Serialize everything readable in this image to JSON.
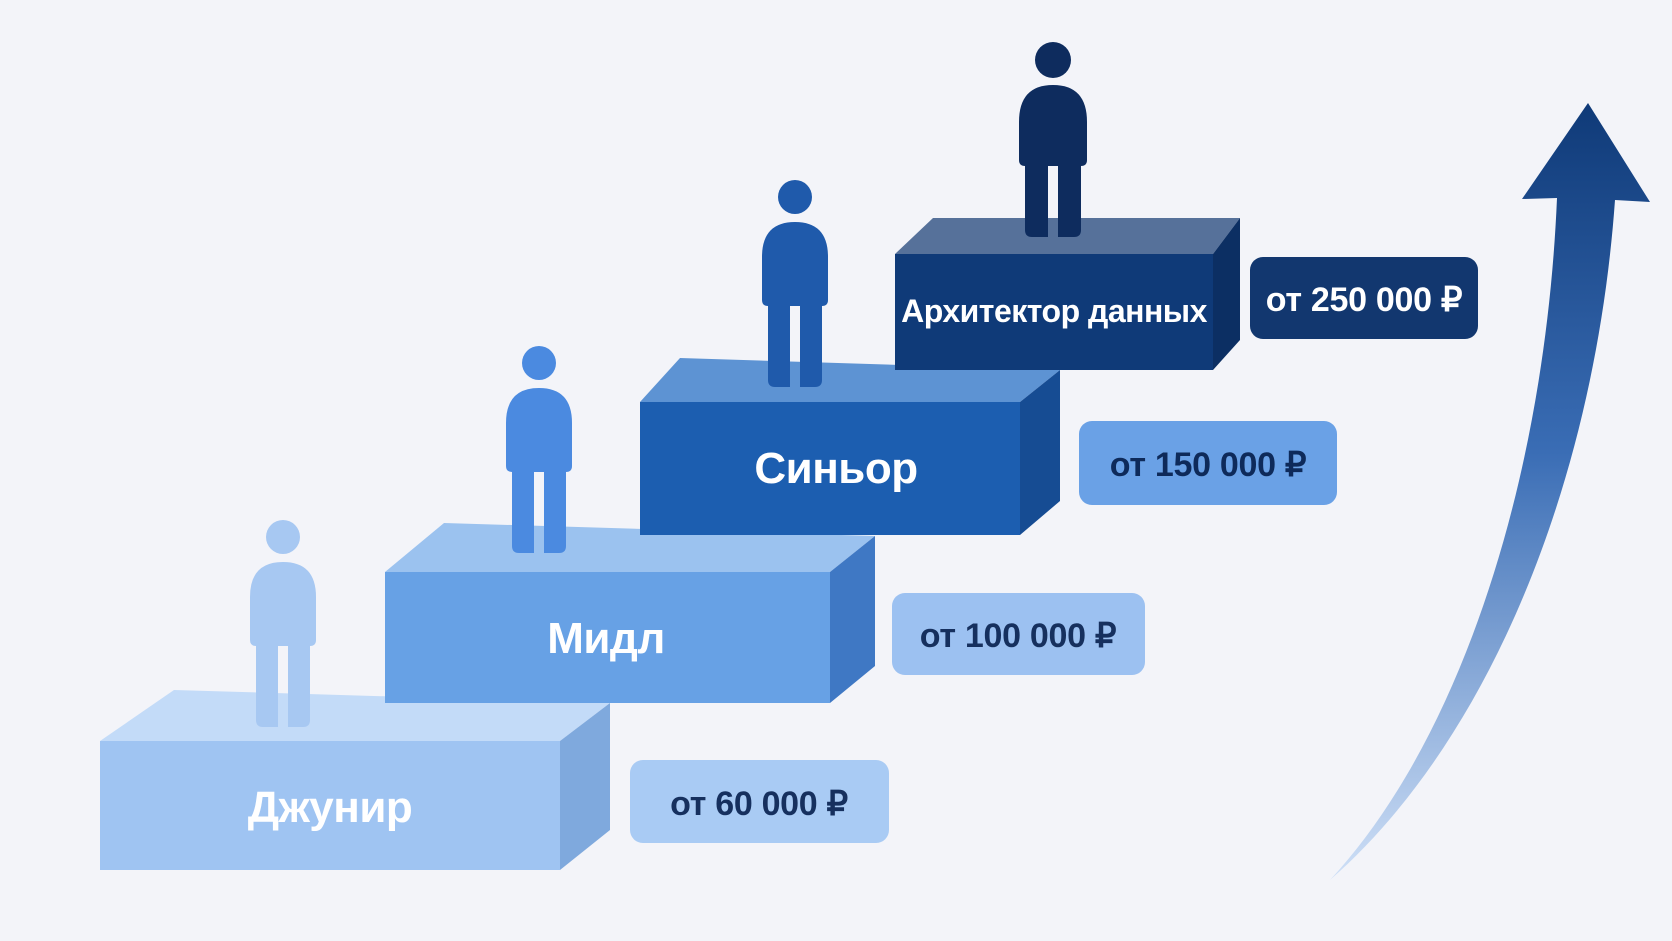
{
  "levels": [
    {
      "title": "Джунир",
      "salary": "от 60 000 ₽",
      "colors": {
        "front": "#9fc4f2",
        "top": "#c3dbf8",
        "side": "#7fa9dd",
        "person": "#a7c8f2",
        "badge": "#a9cbf4",
        "badge_text": "#16305e"
      }
    },
    {
      "title": "Мидл",
      "salary": "от 100 000 ₽",
      "colors": {
        "front": "#67a1e5",
        "top": "#9bc2ef",
        "side": "#3f78c4",
        "person": "#4b8ae0",
        "badge": "#9cc1f1",
        "badge_text": "#16305e"
      }
    },
    {
      "title": "Синьор",
      "salary": "от 150 000 ₽",
      "colors": {
        "front": "#1c5eb0",
        "top": "#5d93d3",
        "side": "#164c93",
        "person": "#1f5aab",
        "badge": "#6aa1e6",
        "badge_text": "#0e2a5a"
      }
    },
    {
      "title": "Архитектор данных",
      "salary": "от 250 000 ₽",
      "colors": {
        "front": "#0f3a78",
        "top": "#56719a",
        "side": "#0c2f63",
        "person": "#0e2c5e",
        "badge": "#12376f",
        "badge_text": "#ffffff"
      }
    }
  ],
  "arrow": {
    "color_top": "#0f3a78",
    "color_bottom": "#cfe0f7",
    "icon": "growth-arrow-icon"
  },
  "person_icon": "person-icon"
}
